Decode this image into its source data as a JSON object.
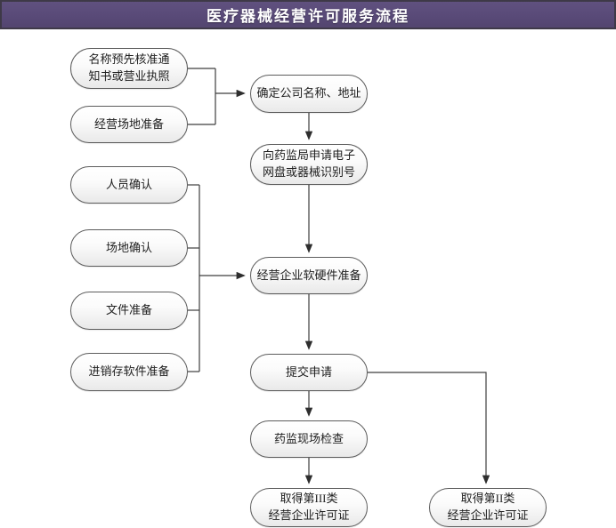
{
  "header": {
    "title": "医疗器械经营许可服务流程"
  },
  "colors": {
    "header_purple_top": "#60517f",
    "header_purple_bottom": "#53456f",
    "header_border": "#3e3947",
    "header_text": "#ffffff",
    "node_border": "#5c5c5c",
    "node_fill_top": "#ffffff",
    "node_fill_bottom": "#e9e9e9",
    "node_text": "#1e1e1e",
    "connector": "#3e3e3e"
  },
  "flow": {
    "nodes": {
      "name_preapproval": {
        "line1": "名称预先核准通",
        "line2": "知书或营业执照"
      },
      "premises_prep": {
        "line1": "经营场地准备"
      },
      "personnel_confirm": {
        "line1": "人员确认"
      },
      "site_confirm": {
        "line1": "场地确认"
      },
      "document_prep": {
        "line1": "文件准备"
      },
      "inventory_software_prep": {
        "line1": "进销存软件准备"
      },
      "company_name_address": {
        "line1": "确定公司名称、地址"
      },
      "apply_device_id": {
        "line1": "向药监局申请电子",
        "line2": "网盘或器械识别号"
      },
      "software_hardware_prep": {
        "line1": "经营企业软硬件准备"
      },
      "submit_application": {
        "line1": "提交申请"
      },
      "onsite_inspection": {
        "line1": "药监现场检查"
      },
      "class3_license": {
        "line1": "取得第III类",
        "line2": "经营企业许可证"
      },
      "class2_license": {
        "line1": "取得第II类",
        "line2": "经营企业许可证"
      }
    }
  }
}
